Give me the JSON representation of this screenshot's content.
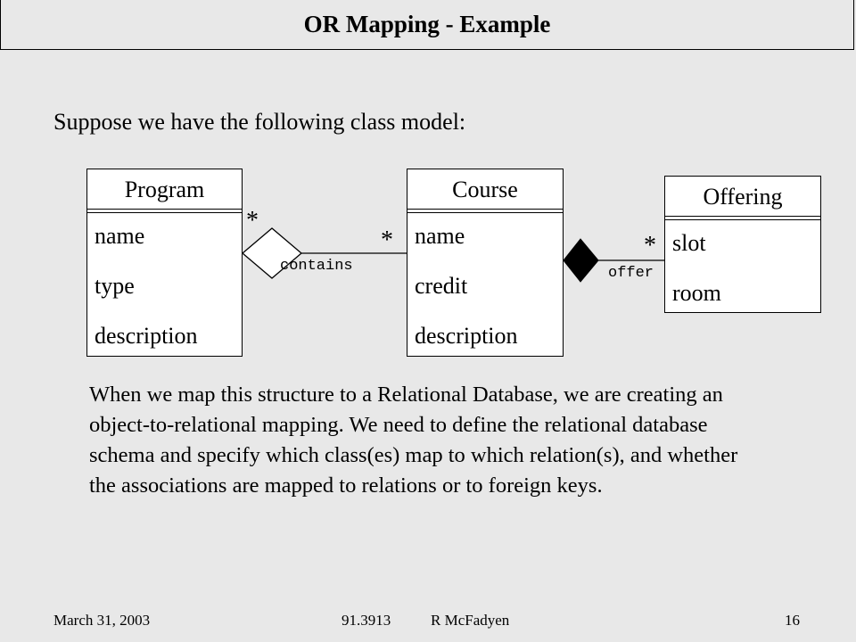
{
  "slide": {
    "title": "OR Mapping - Example",
    "intro": "Suppose we have the following class model:",
    "paragraph": "When we map this structure to a Relational Database, we are creating an object-to-relational mapping. We need to define the relational database schema and specify which class(es) map to which relation(s), and whether the associations are mapped to relations or to foreign keys."
  },
  "diagram": {
    "classes": [
      {
        "name": "Program",
        "attributes": [
          "name",
          "type",
          "description"
        ]
      },
      {
        "name": "Course",
        "attributes": [
          "name",
          "credit",
          "description"
        ]
      },
      {
        "name": "Offering",
        "attributes": [
          "slot",
          "room"
        ]
      }
    ],
    "associations": [
      {
        "label": "contains",
        "kind": "aggregation",
        "source_multiplicity": "*",
        "target_multiplicity": "*"
      },
      {
        "label": "offer",
        "kind": "composition",
        "target_multiplicity": "*"
      }
    ]
  },
  "footer": {
    "date": "March 31, 2003",
    "course": "91.3913",
    "author": "R McFadyen",
    "page": "16"
  }
}
